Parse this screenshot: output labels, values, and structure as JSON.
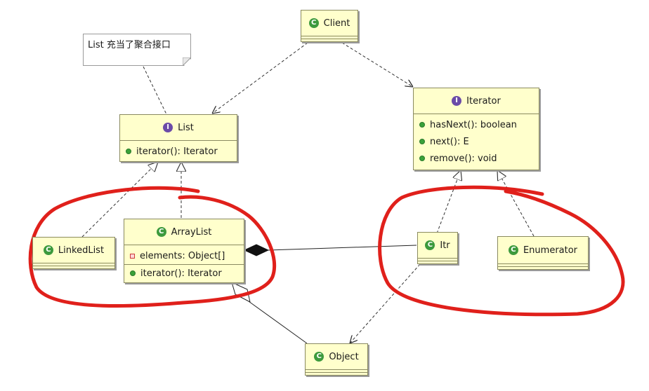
{
  "note": {
    "text": "List 充当了聚合接口"
  },
  "classes": {
    "client": {
      "name": "Client",
      "badge": "C"
    },
    "list": {
      "name": "List",
      "badge": "I",
      "methods": [
        "iterator(): Iterator"
      ]
    },
    "iterator": {
      "name": "Iterator",
      "badge": "I",
      "methods": [
        "hasNext(): boolean",
        "next(): E",
        "remove(): void"
      ]
    },
    "linkedlist": {
      "name": "LinkedList",
      "badge": "C"
    },
    "arraylist": {
      "name": "ArrayList",
      "badge": "C",
      "fields": [
        "elements: Object[]"
      ],
      "methods": [
        "iterator(): Iterator"
      ]
    },
    "itr": {
      "name": "Itr",
      "badge": "C"
    },
    "enumerator": {
      "name": "Enumerator",
      "badge": "C"
    },
    "object": {
      "name": "Object",
      "badge": "C"
    }
  },
  "colors": {
    "class_fill": "#ffffcc",
    "class_badge": "#3d9a3d",
    "interface_badge": "#6b4ba8",
    "highlight_circle": "#e0201b"
  }
}
